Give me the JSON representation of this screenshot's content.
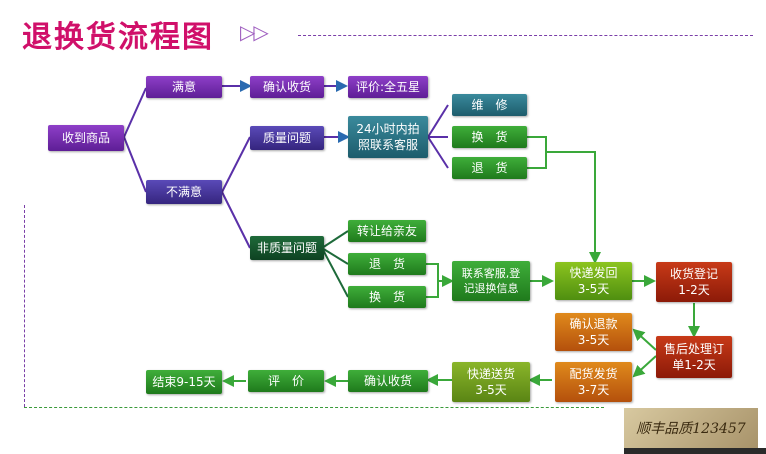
{
  "title": "退换货流程图",
  "title_arrows": "▷▷",
  "nodes": {
    "received": "收到商品",
    "satisfied": "满意",
    "confirm_receipt_1": "确认收货",
    "rate_five_stars": "评价:全五星",
    "unsatisfied": "不满意",
    "quality_issue": "质量问题",
    "contact_24h_line1": "24小时内拍",
    "contact_24h_line2": "照联系客服",
    "repair": "维　修",
    "exchange_1": "换　货",
    "return_1": "退　货",
    "non_quality_issue": "非质量问题",
    "transfer_friend": "转让给亲友",
    "return_2": "退　货",
    "exchange_2": "换　货",
    "contact_register_line1": "联系客服,登",
    "contact_register_line2": "记退换信息",
    "express_back_line1": "快递发回",
    "express_back_line2": "3-5天",
    "receive_register_line1": "收货登记",
    "receive_register_line2": "1-2天",
    "confirm_refund_line1": "确认退款",
    "confirm_refund_line2": "3-5天",
    "after_sales_line1": "售后处理订",
    "after_sales_line2": "单1-2天",
    "ship_goods_line1": "配货发货",
    "ship_goods_line2": "3-7天",
    "express_send_line1": "快递送货",
    "express_send_line2": "3-5天",
    "confirm_receipt_2": "确认收货",
    "rate": "评　价",
    "end": "结束9-15天"
  },
  "watermark": "顺丰品质123457"
}
